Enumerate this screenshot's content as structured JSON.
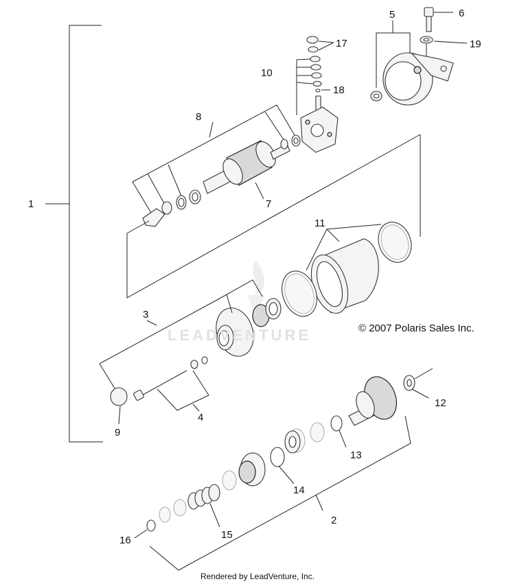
{
  "callouts": {
    "c1": "1",
    "c2": "2",
    "c3": "3",
    "c4": "4",
    "c5": "5",
    "c6": "6",
    "c7": "7",
    "c8": "8",
    "c9": "9",
    "c10": "10",
    "c11": "11",
    "c12": "12",
    "c13": "13",
    "c14": "14",
    "c15": "15",
    "c16": "16",
    "c17": "17",
    "c18": "18",
    "c19": "19"
  },
  "copyright": "© 2007 Polaris Sales Inc.",
  "watermark": "LEADVENTURE",
  "footer": "Rendered by LeadVenture, Inc."
}
